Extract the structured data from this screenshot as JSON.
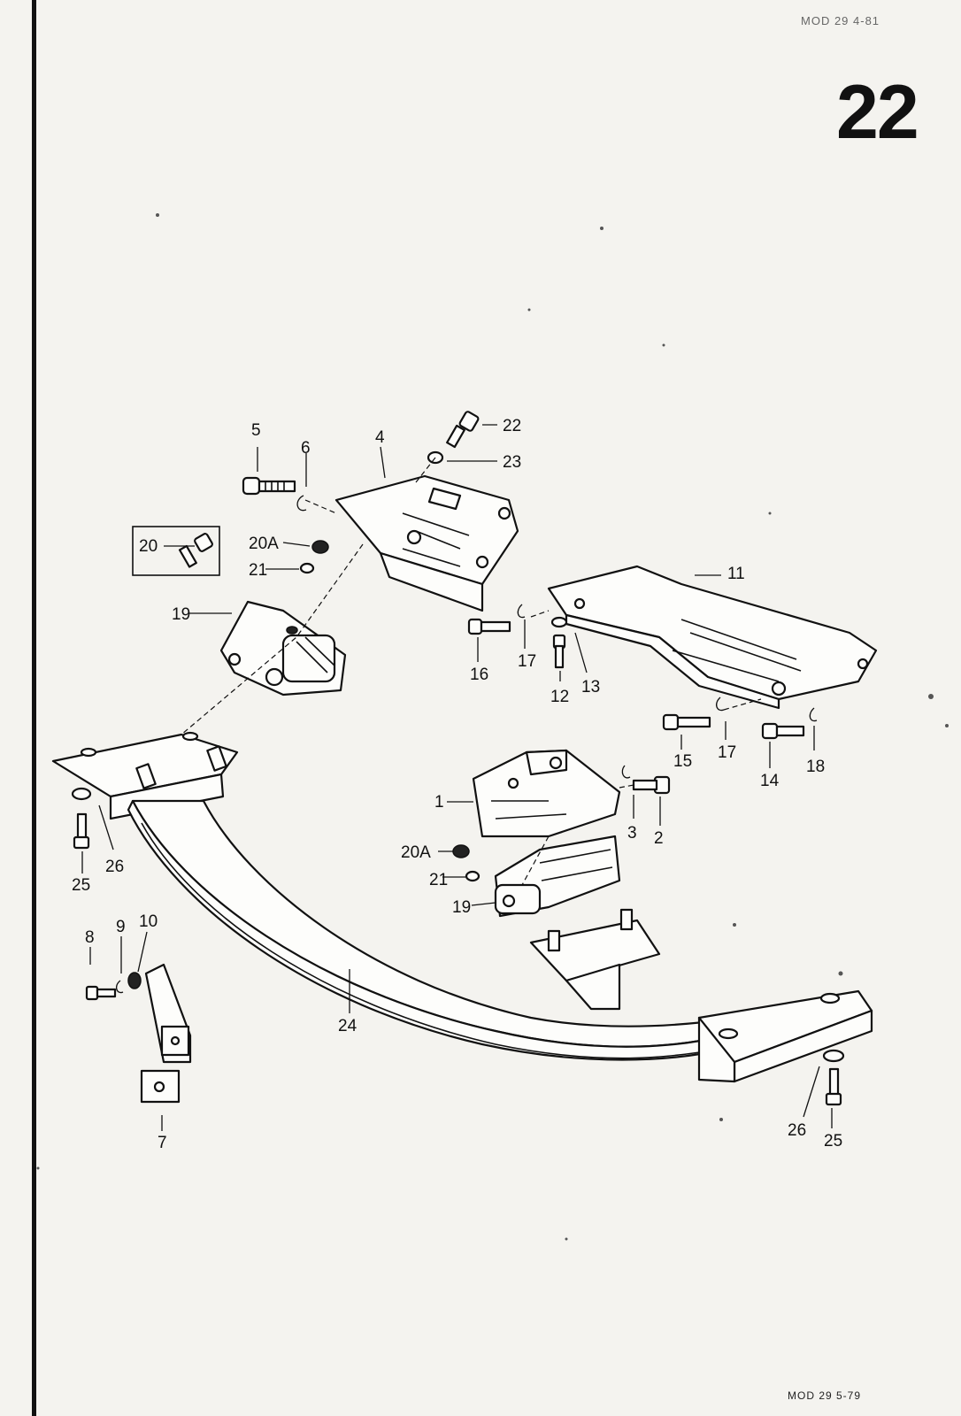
{
  "header": {
    "ref_text": "MOD 29 4-81",
    "page_number": "22"
  },
  "footer": {
    "ref_text": "MOD 29  5-79"
  },
  "callouts": {
    "c1": "1",
    "c2": "2",
    "c3": "3",
    "c4": "4",
    "c5": "5",
    "c6": "6",
    "c7": "7",
    "c8": "8",
    "c9": "9",
    "c10": "10",
    "c11": "11",
    "c12": "12",
    "c13": "13",
    "c14": "14",
    "c15": "15",
    "c16": "16",
    "c17a": "17",
    "c17b": "17",
    "c18": "18",
    "c19a": "19",
    "c19b": "19",
    "c20": "20",
    "c20Aa": "20A",
    "c20Ab": "20A",
    "c21a": "21",
    "c21b": "21",
    "c22": "22",
    "c23": "23",
    "c24": "24",
    "c25a": "25",
    "c25b": "25",
    "c26a": "26",
    "c26b": "26"
  }
}
